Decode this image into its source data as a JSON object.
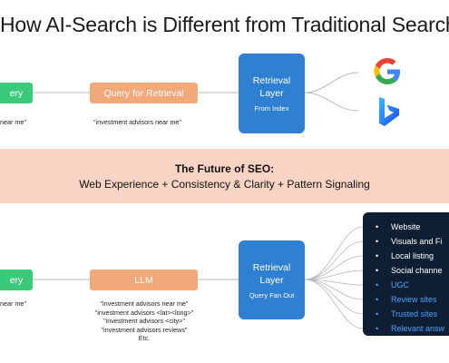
{
  "title": "How AI-Search is Different from Traditional Search",
  "top_row": {
    "user_query_label": "ery",
    "user_query_caption": "near me\"",
    "retrieval_query_label": "Query for Retrieval",
    "retrieval_query_caption": "\"investment advisors near me\"",
    "retrieval_layer_title_1": "Retrieval",
    "retrieval_layer_title_2": "Layer",
    "retrieval_layer_sub": "From Index",
    "engines": [
      {
        "name": "google-logo",
        "color": "#4285f4"
      },
      {
        "name": "bing-logo",
        "color": "#1e88e5"
      }
    ]
  },
  "band": {
    "heading": "The Future of SEO:",
    "body": "Web Experience + Consistency & Clarity + Pattern Signaling"
  },
  "bottom_row": {
    "user_query_label": "ery",
    "user_query_caption": "near me\"",
    "llm_label": "LLM",
    "llm_captions": [
      "\"investment advisors near me\"",
      "\"investment advisors <lat><long>\"",
      "\"investment advisors <city>\"",
      "\"investment advisors reviews\"",
      "Etc."
    ],
    "retrieval_layer_title_1": "Retrieval",
    "retrieval_layer_title_2": "Layer",
    "retrieval_layer_sub": "Query Fan Out",
    "sources": [
      {
        "label": "Website",
        "color": "#ffffff"
      },
      {
        "label": "Visuals and Fi",
        "color": "#ffffff"
      },
      {
        "label": "Local listing",
        "color": "#ffffff"
      },
      {
        "label": "Social channe",
        "color": "#ffffff"
      },
      {
        "label": "UGC",
        "color": "#4aa3ff"
      },
      {
        "label": "Review sites",
        "color": "#4aa3ff"
      },
      {
        "label": "Trusted sites",
        "color": "#4aa3ff"
      },
      {
        "label": "Relevant answ",
        "color": "#4aa3ff"
      }
    ]
  },
  "colors": {
    "green": "#3dc97a",
    "orange": "#f2a97a",
    "blue": "#2f80d1",
    "band": "#f9d4c5",
    "dark": "#0f1e33"
  }
}
